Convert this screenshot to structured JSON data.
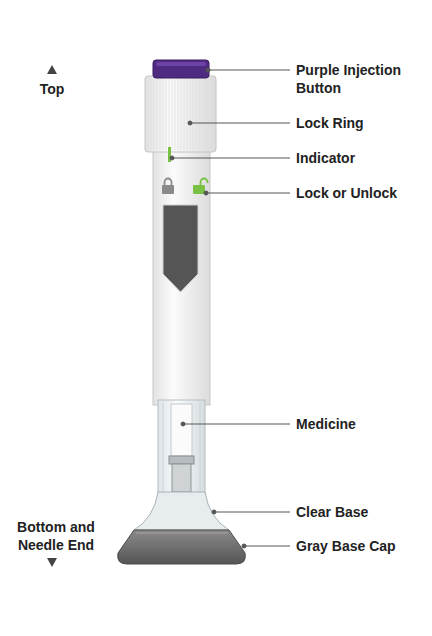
{
  "diagram": {
    "labels": [
      "Top",
      "Purple Injection Button",
      "Lock Ring",
      "Indicator",
      "Lock or Unlock",
      "Medicine",
      "Clear Base",
      "Gray Base Cap",
      "Bottom and Needle End"
    ]
  }
}
